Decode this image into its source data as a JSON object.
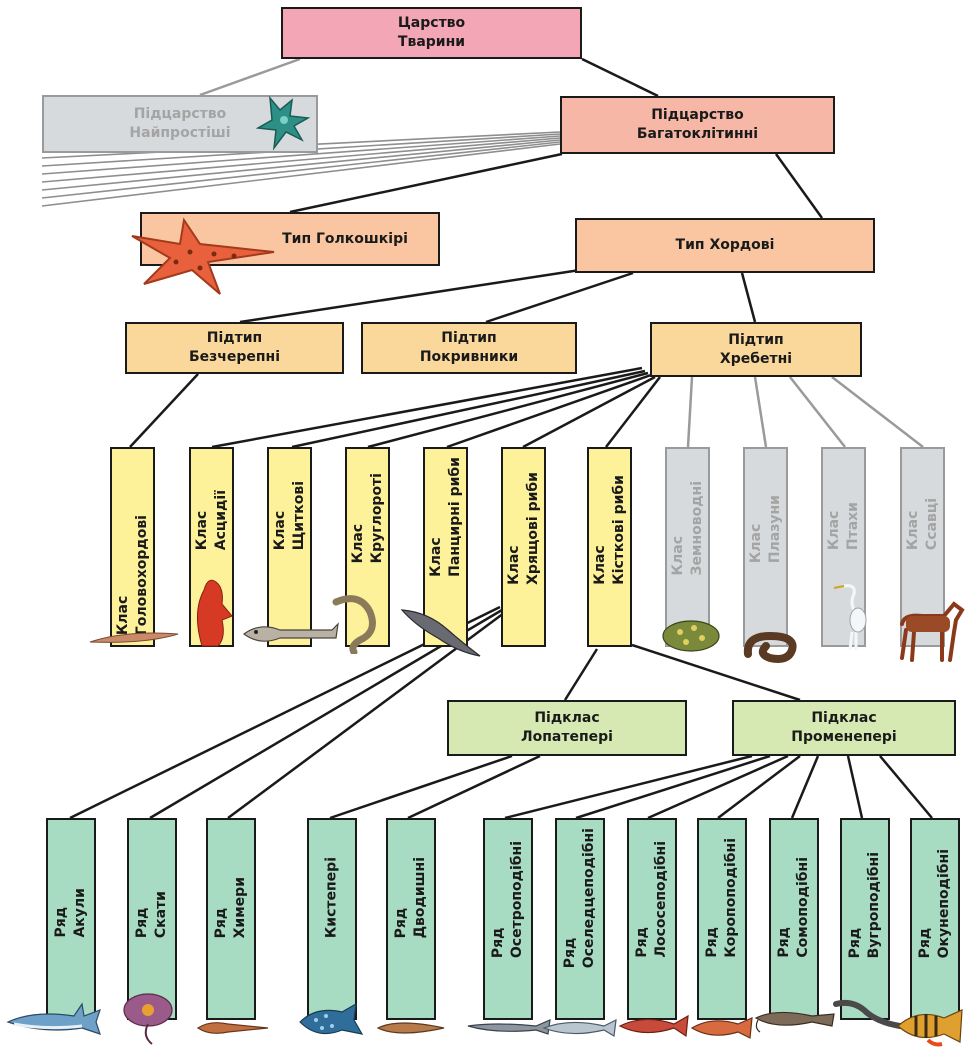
{
  "colors": {
    "kingdom": "#f2a6b6",
    "subkingdom": "#f7b7a6",
    "phylum": "#f9c6a1",
    "subphylum": "#fad79a",
    "class": "#fdf29a",
    "grey": "#d7dadc",
    "subclass": "#d7e9b3",
    "order": "#a7dcc2"
  },
  "level1": {
    "kingdom": {
      "line1": "Царство",
      "line2": "Тварини"
    }
  },
  "level2": {
    "protozoa": {
      "line1": "Підцарство",
      "line2": "Найпростіші"
    },
    "multicellular": {
      "line1": "Підцарство",
      "line2": "Багатоклітинні"
    }
  },
  "level3": {
    "echinoderms": "Тип Голкошкірі",
    "chordates": "Тип Хордові"
  },
  "level4": {
    "cephalochordates": {
      "line1": "Підтип",
      "line2": "Безчерепні"
    },
    "tunicates": {
      "line1": "Підтип",
      "line2": "Покривники"
    },
    "vertebrates": {
      "line1": "Підтип",
      "line2": "Хребетні"
    }
  },
  "classes": [
    {
      "line1": "Клас",
      "line2": "Головохордові",
      "grey": false,
      "icon": "lancelet-icon"
    },
    {
      "line1": "Клас",
      "line2": "Асцидії",
      "grey": false,
      "icon": "ascidian-icon"
    },
    {
      "line1": "Клас",
      "line2": "Щиткові",
      "grey": false,
      "icon": "armored-fish-icon"
    },
    {
      "line1": "Клас",
      "line2": "Круглороті",
      "grey": false,
      "icon": "lamprey-icon"
    },
    {
      "line1": "Клас",
      "line2": "Панцирні риби",
      "grey": false,
      "icon": "placoderm-icon"
    },
    {
      "line1": "Клас",
      "line2": "Хрящові риби",
      "grey": false,
      "icon": ""
    },
    {
      "line1": "Клас",
      "line2": "Кісткові риби",
      "grey": false,
      "icon": ""
    },
    {
      "line1": "Клас",
      "line2": "Земноводні",
      "grey": true,
      "icon": "toad-icon"
    },
    {
      "line1": "Клас",
      "line2": "Плазуни",
      "grey": true,
      "icon": "snake-icon"
    },
    {
      "line1": "Клас",
      "line2": "Птахи",
      "grey": true,
      "icon": "heron-icon"
    },
    {
      "line1": "Клас",
      "line2": "Ссавці",
      "grey": true,
      "icon": "horse-icon"
    }
  ],
  "subclasses": {
    "lobe_finned": {
      "line1": "Підклас",
      "line2": "Лопатепері"
    },
    "ray_finned": {
      "line1": "Підклас",
      "line2": "Променепері"
    }
  },
  "orders": [
    {
      "line1": "Ряд",
      "line2": "Акули",
      "icon": "shark-icon"
    },
    {
      "line1": "Ряд",
      "line2": "Скати",
      "icon": "stingray-icon"
    },
    {
      "line1": "Ряд",
      "line2": "Химери",
      "icon": "chimaera-icon"
    },
    {
      "line1": "Кистепері",
      "line2": "",
      "icon": "coelacanth-icon"
    },
    {
      "line1": "Ряд",
      "line2": "Дводишні",
      "icon": "lungfish-icon"
    },
    {
      "line1": "Ряд",
      "line2": "Осетроподібні",
      "icon": "sturgeon-icon"
    },
    {
      "line1": "Ряд",
      "line2": "Оселедцеподібні",
      "icon": "herring-icon"
    },
    {
      "line1": "Ряд",
      "line2": "Лососеподібні",
      "icon": "salmon-icon"
    },
    {
      "line1": "Ряд",
      "line2": "Коропоподібні",
      "icon": "carp-icon"
    },
    {
      "line1": "Ряд",
      "line2": "Сомоподібні",
      "icon": "catfish-icon"
    },
    {
      "line1": "Ряд",
      "line2": "Вугроподібні",
      "icon": "eel-icon"
    },
    {
      "line1": "Ряд",
      "line2": "Окунеподібні",
      "icon": "perch-icon"
    }
  ]
}
